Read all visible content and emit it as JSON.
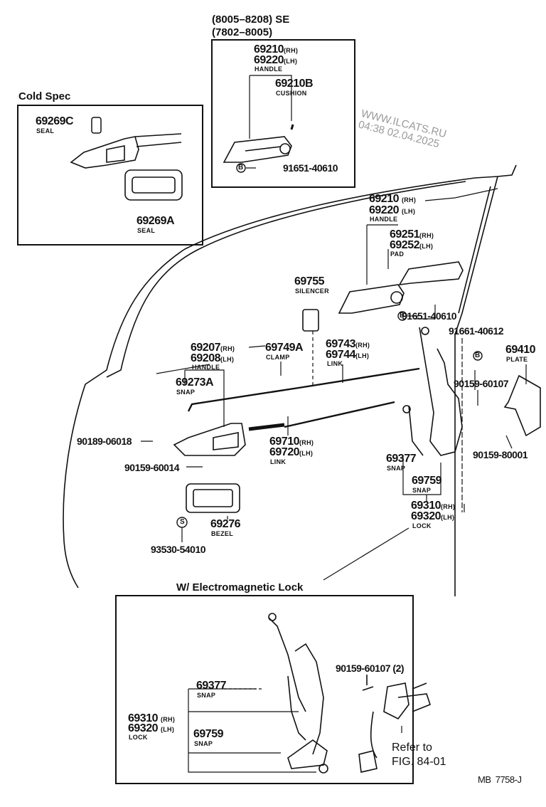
{
  "diagram": {
    "figure_code": "MB  7758-J",
    "watermark": {
      "line1": "WWW.ILCATS.RU",
      "line2": "04:38 02.04.2025"
    },
    "insets": {
      "cold_spec": {
        "title": "Cold Spec",
        "parts": [
          {
            "number": "69269C",
            "name": "SEAL"
          },
          {
            "number": "69269A",
            "name": "SEAL"
          }
        ]
      },
      "se": {
        "title_line1": "(8005–8208)  SE",
        "title_line2": "(7802–8005)",
        "parts": [
          {
            "number_rh": "69210",
            "rh": "(RH)",
            "number_lh": "69220",
            "lh": "(LH)",
            "name": "HANDLE"
          },
          {
            "number": "69210B",
            "name": "CUSHION"
          },
          {
            "marker": "B",
            "number": "91651-40610"
          }
        ]
      },
      "electromagnetic_lock": {
        "title": "W/ Electromagnetic Lock",
        "parts": [
          {
            "number": "69377",
            "name": "SNAP"
          },
          {
            "number_rh": "69310",
            "rh": "(RH)",
            "number_lh": "69320",
            "lh": "(LH)",
            "name": "LOCK"
          },
          {
            "number": "69759",
            "name": "SNAP"
          },
          {
            "number": "90159-60107 (2)"
          }
        ],
        "reference_line1": "Refer to",
        "reference_line2": "FIG. 84-01"
      }
    },
    "main_parts": {
      "outer_handle": {
        "number_rh": "69210",
        "rh": "(RH)",
        "number_lh": "69220",
        "lh": "(LH)",
        "name": "HANDLE"
      },
      "pad": {
        "number_rh": "69251",
        "rh": "(RH)",
        "number_lh": "69252",
        "lh": "(LH)",
        "name": "PAD"
      },
      "silencer": {
        "number": "69755",
        "name": "SILENCER"
      },
      "bolt_b": {
        "marker": "B",
        "number": "91651-40610"
      },
      "screw_b": {
        "marker": "B",
        "number": "91661-40612"
      },
      "inner_handle": {
        "number_rh": "69207",
        "rh": "(RH)",
        "number_lh": "69208",
        "lh": "(LH)",
        "name": "HANDLE"
      },
      "clamp": {
        "number": "69749A",
        "name": "CLAMP"
      },
      "link_upper": {
        "number_rh": "69743",
        "rh": "(RH)",
        "number_lh": "69744",
        "lh": "(LH)",
        "name": "LINK"
      },
      "plate": {
        "number": "69410",
        "name": "PLATE"
      },
      "snap_a": {
        "number": "69273A",
        "name": "SNAP"
      },
      "screw_60107": {
        "number": "90159-60107"
      },
      "nut_06018": {
        "number": "90189-06018"
      },
      "link_lower": {
        "number_rh": "69710",
        "rh": "(RH)",
        "number_lh": "69720",
        "lh": "(LH)",
        "name": "LINK"
      },
      "screw_80001": {
        "number": "90159-80001"
      },
      "screw_60014": {
        "number": "90159-60014"
      },
      "snap_69377": {
        "number": "69377",
        "name": "SNAP"
      },
      "snap_69759": {
        "number": "69759",
        "name": "SNAP"
      },
      "lock": {
        "number_rh": "69310",
        "rh": "(RH)",
        "number_lh": "69320",
        "lh": "(LH)",
        "name": "LOCK"
      },
      "bezel": {
        "number": "69276",
        "name": "BEZEL"
      },
      "screw_s": {
        "marker": "S",
        "number": "93530-54010"
      }
    }
  }
}
